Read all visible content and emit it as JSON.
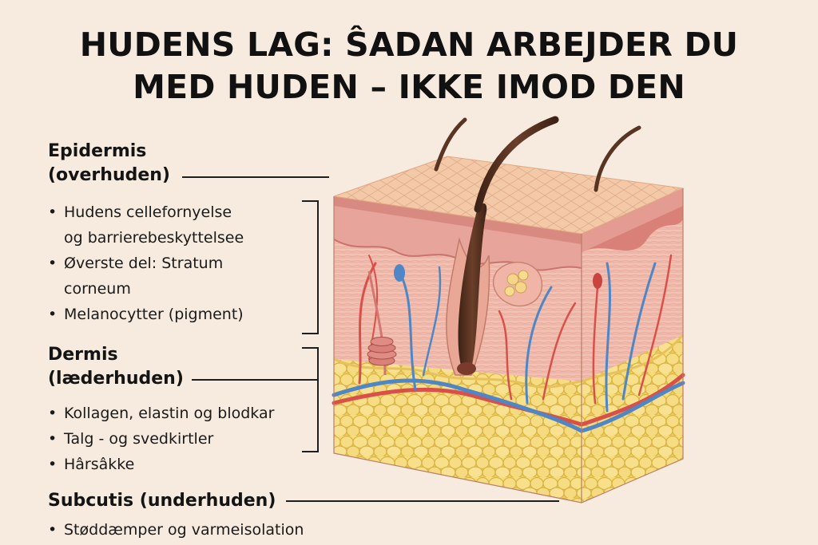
{
  "title": {
    "line1": "HUDENS LAG: ŜADAN ARBEJDER DU",
    "line2": "MED HUDEN – IKKE IMOD DEN"
  },
  "layers": {
    "epidermis": {
      "heading_line1": "Epidermis",
      "heading_line2": "(overhuden)",
      "bullets": [
        {
          "line1": "Hudens cellefornyelse",
          "line2": "og barrierebeskyttelsee"
        },
        {
          "line1": "Øverste del: Stratum",
          "line2": "corneum"
        },
        {
          "line1": "Melanocytter (pigment)"
        }
      ]
    },
    "dermis": {
      "heading_line1": "Dermis",
      "heading_line2": "(læderhuden)",
      "bullets": [
        {
          "line1": "Kollagen, elastin og blodkar"
        },
        {
          "line1": "Talg - og svedkirtler"
        },
        {
          "line1": "Hârsâkke"
        }
      ]
    },
    "subcutis": {
      "heading": "Subcutis (underhuden)",
      "bullets": [
        {
          "line1": "Støddæmper og varmeisolation"
        }
      ]
    }
  },
  "colors": {
    "background": "#f6ebde",
    "skin_surface": "#f2c6a4",
    "epidermis": "#e6a29a",
    "dermis": "#f1bcb0",
    "fat": "#f5d96f",
    "artery": "#d9504a",
    "vein": "#4f86c6",
    "hair": "#5a3422"
  }
}
